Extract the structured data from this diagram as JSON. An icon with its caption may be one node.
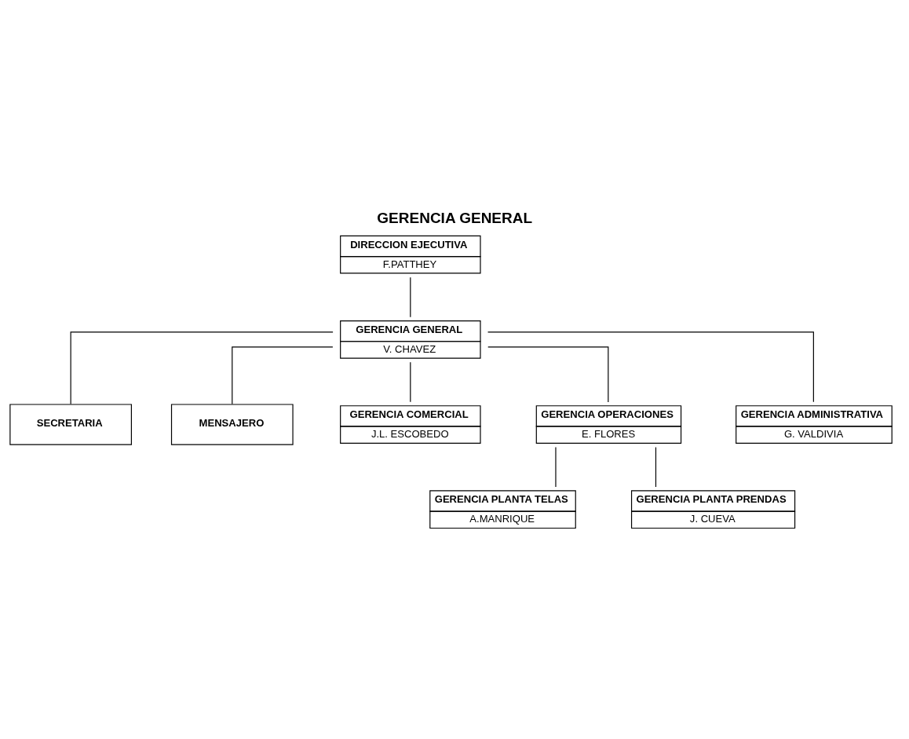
{
  "diagram": {
    "title": "GERENCIA GENERAL",
    "nodes": [
      {
        "text": [
          "DIRECCION EJECUTIVA",
          "F.PATTHEY"
        ]
      },
      {
        "text": [
          "GERENCIA GENERAL",
          "V. CHAVEZ"
        ]
      },
      {
        "text": [
          "SECRETARIA"
        ]
      },
      {
        "text": [
          "MENSAJERO"
        ]
      },
      {
        "text": [
          "GERENCIA COMERCIAL",
          "J.L. ESCOBEDO"
        ]
      },
      {
        "text": [
          "GERENCIA OPERACIONES",
          "E. FLORES"
        ]
      },
      {
        "text": [
          "GERENCIA ADMINISTRATIVA",
          "G. VALDIVIA"
        ]
      },
      {
        "text": [
          "GERENCIA PLANTA TELAS",
          "A.MANRIQUE"
        ]
      },
      {
        "text": [
          "GERENCIA PLANTA PRENDAS",
          "J. CUEVA"
        ]
      }
    ],
    "edges": [
      {
        "from": 0,
        "to": 1,
        "arrow": "none"
      },
      {
        "from": 1,
        "to": 2,
        "arrow": "none"
      },
      {
        "from": 1,
        "to": 3,
        "arrow": "none"
      },
      {
        "from": 1,
        "to": 4,
        "arrow": "none"
      },
      {
        "from": 1,
        "to": 5,
        "arrow": "none"
      },
      {
        "from": 1,
        "to": 6,
        "arrow": "none"
      },
      {
        "from": 5,
        "to": 7,
        "arrow": "none"
      },
      {
        "from": 5,
        "to": 8,
        "arrow": "none"
      }
    ]
  }
}
